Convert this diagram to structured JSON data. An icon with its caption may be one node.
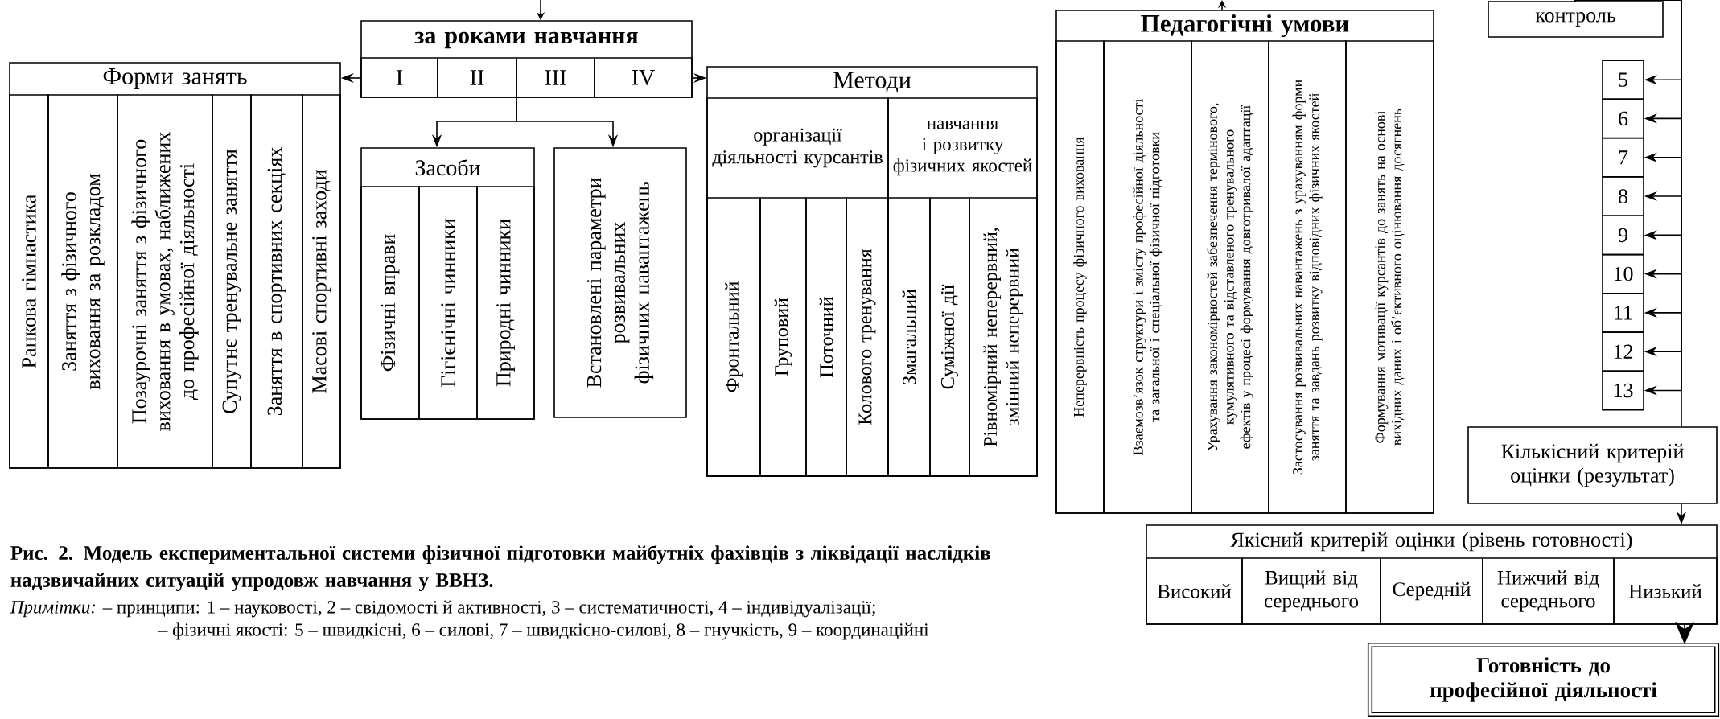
{
  "diagram": {
    "caption": "Рис. 2. Модель експериментальної системи фізичної підготовки майбутніх фахівців з ліквідації наслідків надзвичайних ситуацій упродовж навчання у ВВНЗ.",
    "nodes": [
      {
        "text": [
          "за роками навчання"
        ]
      },
      {
        "text": [
          "I"
        ],
        "in": 0
      },
      {
        "text": [
          "II"
        ],
        "in": 0
      },
      {
        "text": [
          "III"
        ],
        "in": 0
      },
      {
        "text": [
          "IV"
        ],
        "in": 0
      },
      {
        "text": [
          "Форми занять"
        ]
      },
      {
        "text": [
          "Ранкова гімнастика"
        ],
        "in": 5
      },
      {
        "text": [
          "Заняття з фізичного виховання за розкладом"
        ],
        "in": 5
      },
      {
        "text": [
          "Позаурочні заняття з фізичного виховання в умовах, наближених до професійної діяльності"
        ],
        "in": 5
      },
      {
        "text": [
          "Супутнє тренувальне заняття"
        ],
        "in": 5
      },
      {
        "text": [
          "Заняття в спортивних секціях"
        ],
        "in": 5
      },
      {
        "text": [
          "Масові спортивні заходи"
        ],
        "in": 5
      },
      {
        "text": [
          "Засоби"
        ]
      },
      {
        "text": [
          "Фізичні вправи"
        ],
        "in": 12
      },
      {
        "text": [
          "Гігієнічні чинники"
        ],
        "in": 12
      },
      {
        "text": [
          "Природні чинники"
        ],
        "in": 12
      },
      {
        "text": [
          "Встановлені параметри розвивальних фізичних навантажень"
        ]
      },
      {
        "text": [
          "Методи"
        ]
      },
      {
        "text": [
          "організації діяльності курсантів"
        ],
        "in": 17
      },
      {
        "text": [
          "Фронтальний"
        ],
        "in": 18
      },
      {
        "text": [
          "Груповий"
        ],
        "in": 18
      },
      {
        "text": [
          "Поточний"
        ],
        "in": 18
      },
      {
        "text": [
          "Колового тренування"
        ],
        "in": 18
      },
      {
        "text": [
          "навчання і розвитку фізичних якостей"
        ],
        "in": 17
      },
      {
        "text": [
          "Змагальний"
        ],
        "in": 23
      },
      {
        "text": [
          "Суміжної дії"
        ],
        "in": 23
      },
      {
        "text": [
          "Рівномірний неперервний, змінний неперервний"
        ],
        "in": 23
      },
      {
        "text": [
          "Педагогічні умови"
        ]
      },
      {
        "text": [
          "Неперервність процесу фізичного виховання"
        ],
        "in": 27
      },
      {
        "text": [
          "Взаємозв’язок структури і змісту професійної діяльності та загальної і спеціальної фізичної підготовки"
        ],
        "in": 27
      },
      {
        "text": [
          "Урахування закономірностей забезпечення термінового, кумулятивного та відставленого тренувального ефектів у процесі формування довготривалої адаптації"
        ],
        "in": 27
      },
      {
        "text": [
          "Застосування розвивальних навантажень з урахуванням форми заняття та завдань розвитку відповідних фізичних якостей"
        ],
        "in": 27
      },
      {
        "text": [
          "Формування мотивації курсантів до занять на основі вихідних даних і об’єктивного оцінювання досягнень"
        ],
        "in": 27
      },
      {
        "text": [
          "контроль"
        ]
      },
      {
        "text": [
          "5"
        ]
      },
      {
        "text": [
          "6"
        ]
      },
      {
        "text": [
          "7"
        ]
      },
      {
        "text": [
          "8"
        ]
      },
      {
        "text": [
          "9"
        ]
      },
      {
        "text": [
          "10"
        ]
      },
      {
        "text": [
          "11"
        ]
      },
      {
        "text": [
          "12"
        ]
      },
      {
        "text": [
          "13"
        ]
      },
      {
        "text": [
          "Кількісний критерій оцінки (результат)"
        ]
      },
      {
        "text": [
          "Якісний критерій оцінки (рівень готовності)"
        ]
      },
      {
        "text": [
          "Високий"
        ],
        "in": 44
      },
      {
        "text": [
          "Вищий від середнього"
        ],
        "in": 44
      },
      {
        "text": [
          "Середній"
        ],
        "in": 44
      },
      {
        "text": [
          "Нижчий від середнього"
        ],
        "in": 44
      },
      {
        "text": [
          "Низький"
        ],
        "in": 44
      },
      {
        "text": [
          "Готовність до професійної діяльності"
        ]
      }
    ],
    "edges": [
      {
        "from": null,
        "to": 0,
        "arrow": "to"
      },
      {
        "from": 0,
        "to": 5,
        "arrow": "to"
      },
      {
        "from": 0,
        "to": 17,
        "arrow": "to"
      },
      {
        "from": 0,
        "to": 12,
        "arrow": "to"
      },
      {
        "from": 0,
        "to": 16,
        "arrow": "to"
      },
      {
        "from": 27,
        "to": null,
        "arrow": "to"
      },
      {
        "from": 33,
        "to": 34,
        "arrow": "to"
      },
      {
        "from": 33,
        "to": 35,
        "arrow": "to"
      },
      {
        "from": 33,
        "to": 36,
        "arrow": "to"
      },
      {
        "from": 33,
        "to": 37,
        "arrow": "to"
      },
      {
        "from": 33,
        "to": 38,
        "arrow": "to"
      },
      {
        "from": 33,
        "to": 39,
        "arrow": "to"
      },
      {
        "from": 33,
        "to": 40,
        "arrow": "to"
      },
      {
        "from": 33,
        "to": 41,
        "arrow": "to"
      },
      {
        "from": 33,
        "to": 42,
        "arrow": "to"
      },
      {
        "from": 33,
        "to": 43,
        "arrow": "none"
      },
      {
        "from": 43,
        "to": 44,
        "arrow": "to"
      },
      {
        "from": 44,
        "to": 50,
        "arrow": "to"
      }
    ],
    "labels": [
      "*Примітки:* – принципи: 1 – науковості, 2 – свідомості й активності, 3 – систематичності, 4 – індивідуалізації;",
      "– фізичні якості: 5 – швидкісні, 6 – силові, 7 – швидкісно-силові, 8 – гнучкість, 9 – координаційні"
    ]
  }
}
